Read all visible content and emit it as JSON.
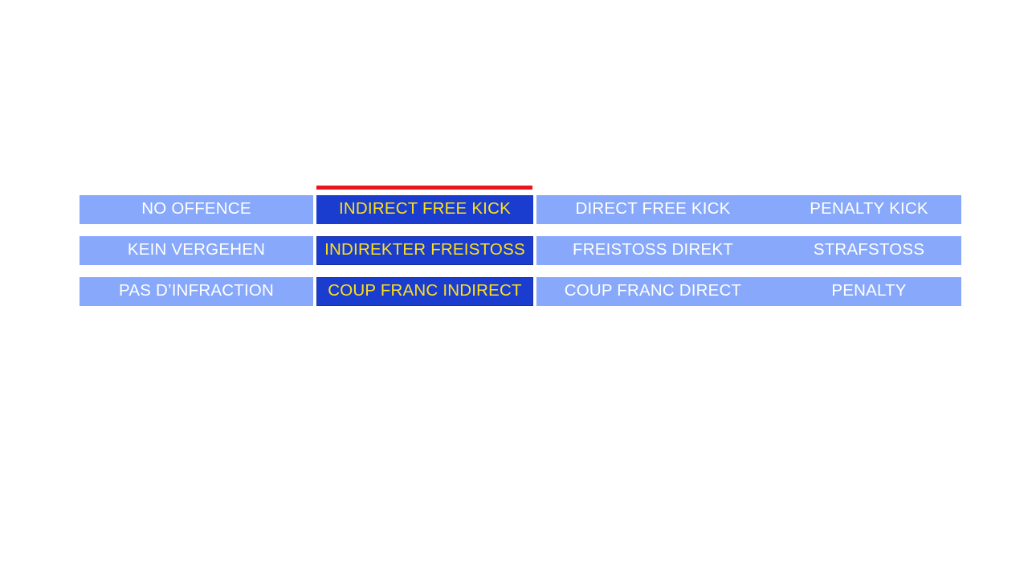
{
  "slide": {
    "title_visible": false,
    "background_color": "#ffffff",
    "accent_colors": {
      "cell_light_blue": "#87a8fb",
      "cell_highlight_blue": "#1a3dd0",
      "highlight_text_yellow": "#ffe01b",
      "cell_text_white": "#ffffff",
      "indicator_red": "#e8161c"
    }
  },
  "indicator": {
    "name": "red-marker-bar",
    "color": "#e8161c",
    "marks_column": "indirect-free-kick"
  },
  "table": {
    "columns": [
      "no-offence",
      "indirect-free-kick",
      "direct-free-kick",
      "penalty-kick"
    ],
    "highlighted_column": "indirect-free-kick",
    "rows": [
      {
        "language": "english",
        "no_offence": "NO OFFENCE",
        "indirect_free_kick": "INDIRECT FREE KICK",
        "direct_free_kick": "DIRECT FREE KICK",
        "penalty_kick": "PENALTY KICK"
      },
      {
        "language": "german",
        "no_offence": "KEIN VERGEHEN",
        "indirect_free_kick": "INDIREKTER FREISTOSS",
        "direct_free_kick": "FREISTOSS DIREKT",
        "penalty_kick": "STRAFSTOSS"
      },
      {
        "language": "french",
        "no_offence": "PAS D’INFRACTION",
        "indirect_free_kick": "COUP FRANC INDIRECT",
        "direct_free_kick": "COUP FRANC DIRECT",
        "penalty_kick": "PENALTY"
      }
    ]
  }
}
